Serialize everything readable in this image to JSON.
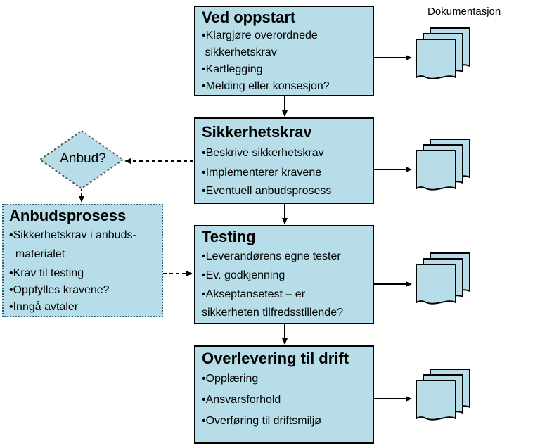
{
  "doc_label": "Dokumentasjon",
  "decision": "Anbud?",
  "steps": [
    {
      "title": "Ved oppstart",
      "lines": [
        "•Klargjøre overordnede",
        " sikkerhetskrav",
        "•Kartlegging",
        "•Melding eller konsesjon?"
      ]
    },
    {
      "title": "Sikkerhetskrav",
      "lines": [
        "•Beskrive sikkerhetskrav",
        "•Implementerer kravene",
        "•Eventuell anbudsprosess"
      ]
    },
    {
      "title": "Testing",
      "lines": [
        "•Leverandørens egne tester",
        "•Ev. godkjenning",
        "•Akseptansetest – er",
        "sikkerheten tilfredsstillende?"
      ]
    },
    {
      "title": "Overlevering til drift",
      "lines": [
        "•Opplæring",
        "•Ansvarsforhold",
        "•Overføring til driftsmiljø"
      ]
    }
  ],
  "tender": {
    "title": "Anbudsprosess",
    "lines": [
      "•Sikkerhetskrav i anbuds-",
      "  materialet",
      "•Krav til testing",
      "•Oppfylles kravene?",
      "•Inngå avtaler"
    ]
  },
  "colors": {
    "box_fill": "#b7dde8",
    "box_border": "#000000",
    "tender_border": "#2f5f73"
  },
  "icons": [
    "document-stack-icon",
    "document-stack-icon",
    "document-stack-icon",
    "document-stack-icon"
  ]
}
